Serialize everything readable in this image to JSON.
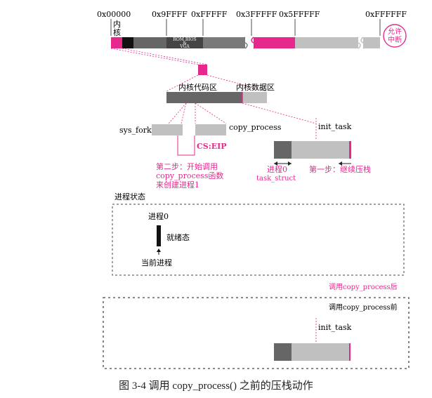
{
  "memory_map": {
    "addresses": [
      "0x00000",
      "0x9FFFF",
      "0xFFFFF",
      "0x3FFFFF",
      "0x5FFFFF",
      "0xFFFFFF"
    ],
    "kernel_label_line1": "内",
    "kernel_label_line2": "核",
    "rom_label_line1": "ROM BIOS",
    "rom_label_line2": "&",
    "rom_label_line3": "VGA",
    "interrupt_line1": "允许",
    "interrupt_line2": "中断"
  },
  "kernel": {
    "code_label": "内核代码区",
    "data_label": "内核数据区"
  },
  "functions": {
    "sys_fork": "sys_fork",
    "copy_process": "copy_process",
    "cs_eip": "CS:EIP",
    "init_task_top": "init_task"
  },
  "steps": {
    "step2_line1": "第二步：开始调用",
    "step2_line2": "copy_process函数",
    "step2_line3": "来创建进程1",
    "step1": "第一步：继续压栈",
    "process0_label": "进程0",
    "task_struct": "task_struct"
  },
  "state_panel": {
    "title": "进程状态",
    "process0": "进程0",
    "ready": "就绪态",
    "current": "当前进程",
    "after_call": "调用copy_process后"
  },
  "before_panel": {
    "title": "调用copy_process前",
    "init_task": "init_task"
  },
  "caption": "图 3-4   调用 copy_process() 之前的压栈动作",
  "colors": {
    "magenta": "#e6288c",
    "dark_gray": "#666666",
    "light_gray": "#c0c0c0",
    "black": "#111111"
  }
}
